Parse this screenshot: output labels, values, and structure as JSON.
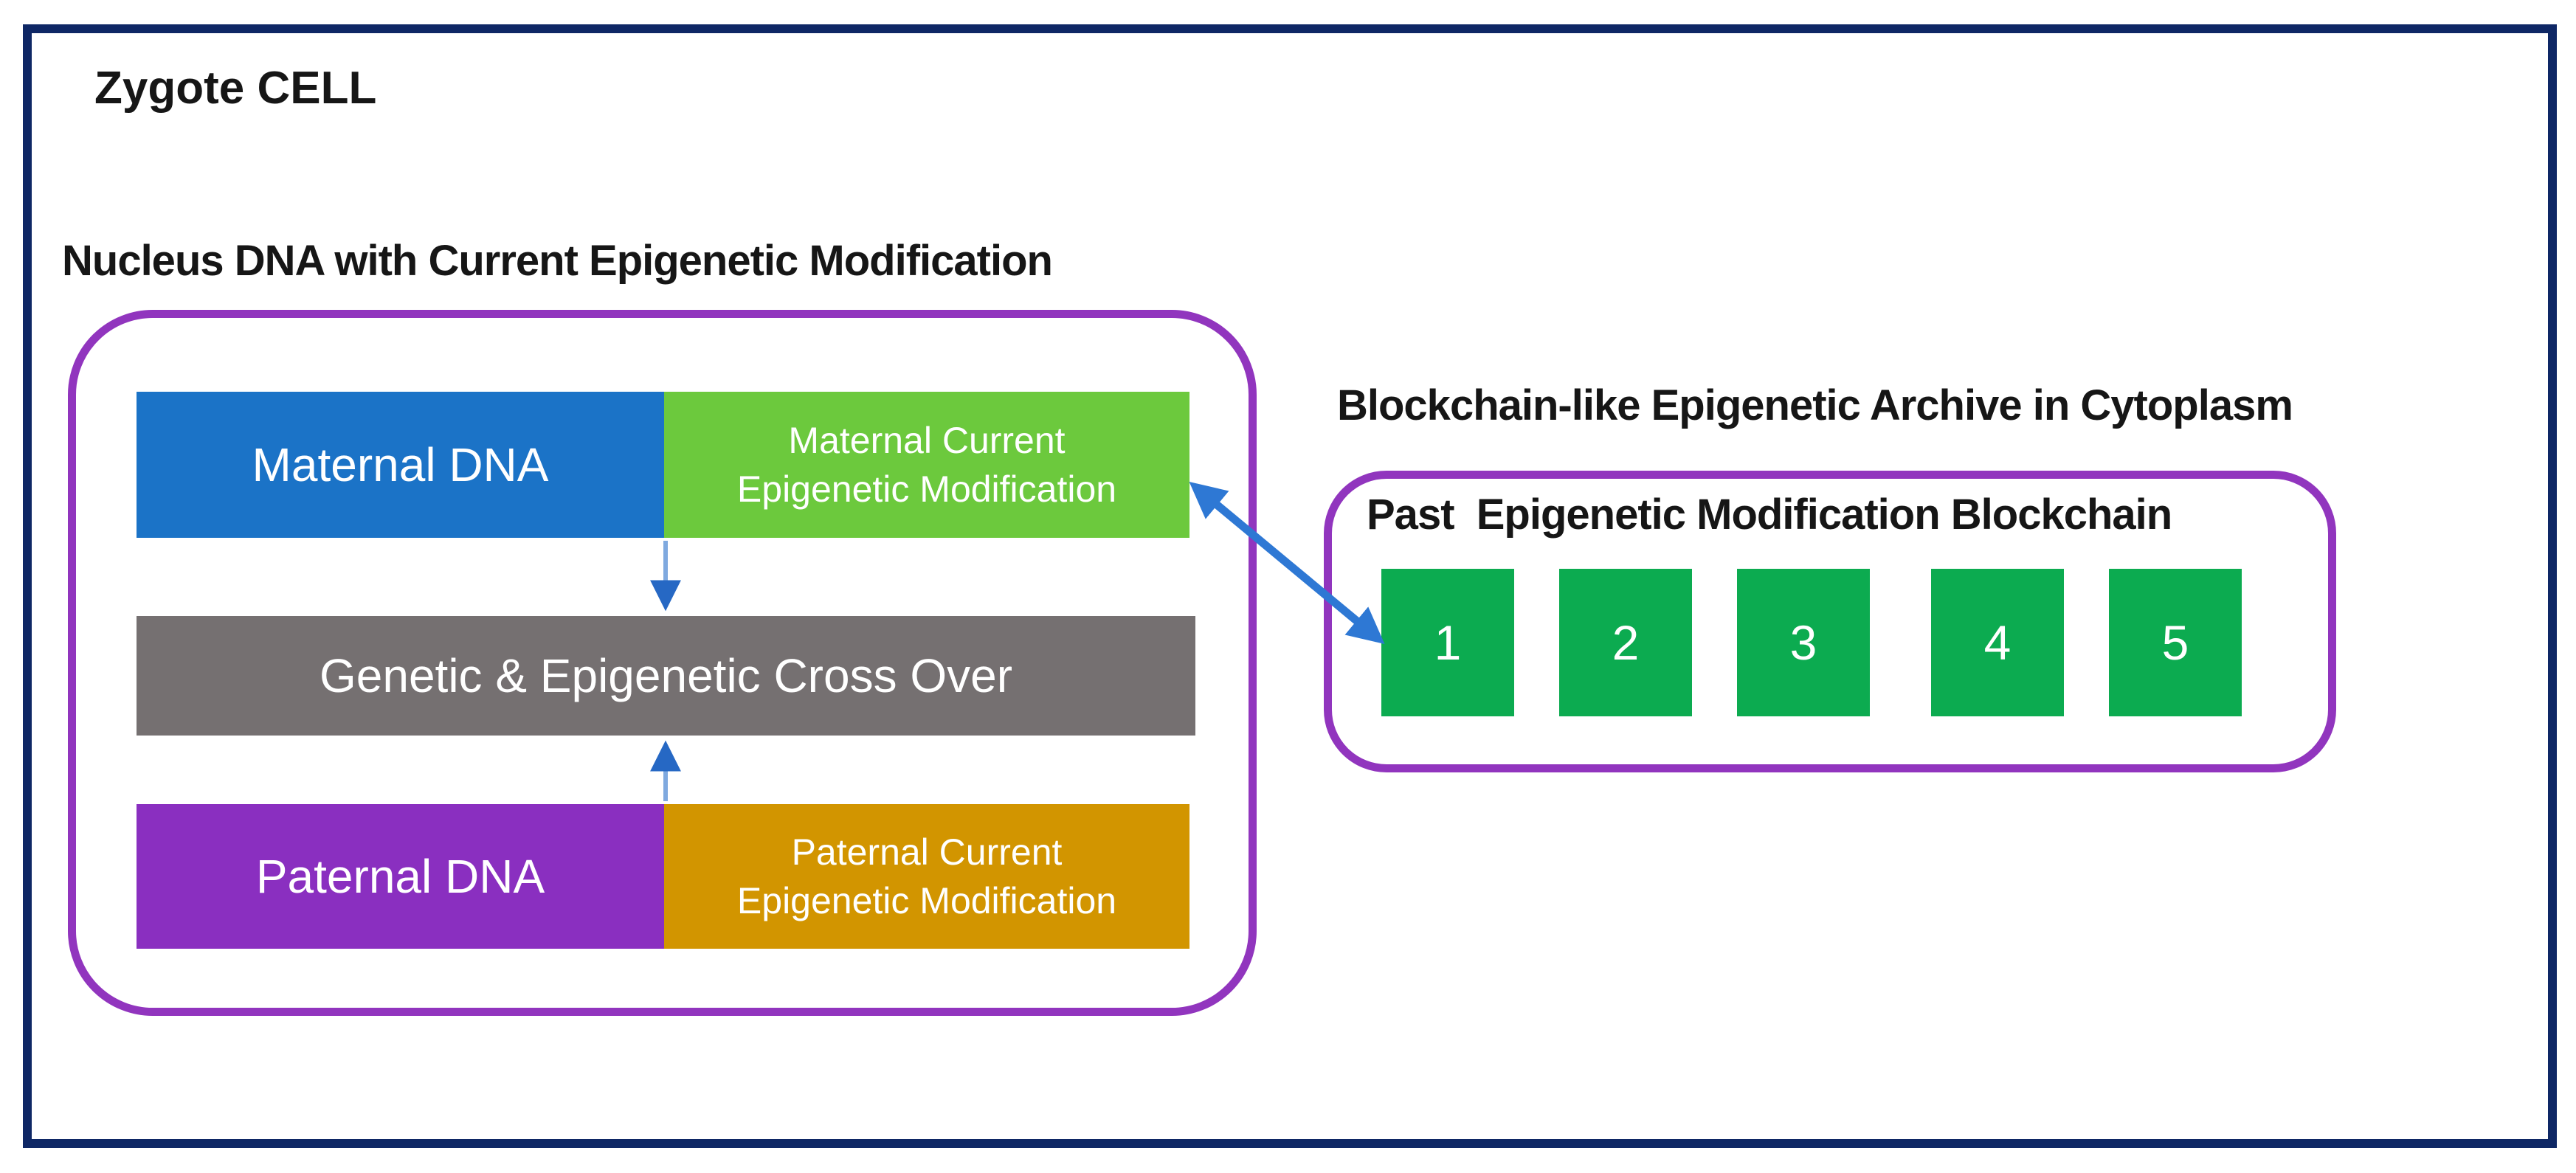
{
  "page": {
    "title": "Zygote CELL"
  },
  "colors": {
    "outer_border": "#0e2765",
    "section_border": "#9135be",
    "maternal_dna": "#1b73c7",
    "maternal_epigenetic": "#6cc93d",
    "crossover": "#757071",
    "paternal_dna": "#8a2fc0",
    "paternal_epigenetic": "#d29500",
    "archive_block": "#0cab50",
    "arrow_big": "#2e78d4",
    "arrow_small_shaft": "#7fa9df",
    "arrow_small_head": "#2668c4",
    "heading_text": "#161616",
    "box_text": "#ffffff"
  },
  "nucleus": {
    "heading": "Nucleus DNA with Current Epigenetic Modification",
    "maternal_dna_label": "Maternal DNA",
    "maternal_epigenetic_line1": "Maternal Current",
    "maternal_epigenetic_line2": "Epigenetic Modification",
    "crossover_label": "Genetic & Epigenetic Cross Over",
    "paternal_dna_label": "Paternal DNA",
    "paternal_epigenetic_line1": "Paternal Current",
    "paternal_epigenetic_line2": "Epigenetic Modification"
  },
  "archive": {
    "heading": "Blockchain-like Epigenetic Archive in Cytoplasm",
    "subheading": "Past  Epigenetic Modification Blockchain",
    "blocks": [
      "1",
      "2",
      "3",
      "4",
      "5"
    ]
  }
}
